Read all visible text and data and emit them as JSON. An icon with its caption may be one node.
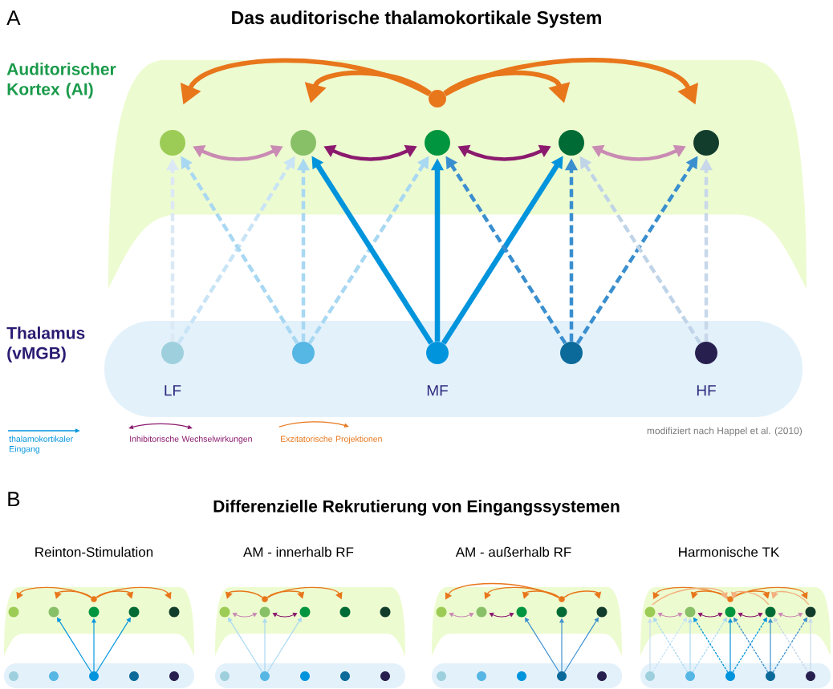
{
  "diagram": {
    "title": "Das auditorische thalamokortikale System",
    "nodes": [
      {
        "text": [
          "Auditorischer Kortex (AI)"
        ]
      },
      {
        "text": [
          "Thalamus (vMGB)"
        ]
      },
      {
        "text": [],
        "shape": "circle",
        "in": 0
      },
      {
        "text": [],
        "shape": "circle",
        "in": 0
      },
      {
        "text": [],
        "shape": "circle",
        "in": 0
      },
      {
        "text": [],
        "shape": "circle",
        "in": 0
      },
      {
        "text": [],
        "shape": "circle",
        "in": 0
      },
      {
        "text": [],
        "shape": "circle",
        "in": 0
      },
      {
        "text": [],
        "shape": "circle",
        "in": 1,
        "beside": [
          "LF"
        ]
      },
      {
        "text": [],
        "shape": "circle",
        "in": 1
      },
      {
        "text": [],
        "shape": "circle",
        "in": 1,
        "beside": [
          "MF"
        ]
      },
      {
        "text": [],
        "shape": "circle",
        "in": 1
      },
      {
        "text": [],
        "shape": "circle",
        "in": 1,
        "beside": [
          "HF"
        ]
      },
      {
        "text": [],
        "shape": "band"
      },
      {
        "text": [],
        "shape": "band"
      },
      {
        "text": [],
        "shape": "circle",
        "in": 13
      },
      {
        "text": [],
        "shape": "circle",
        "in": 13
      },
      {
        "text": [],
        "shape": "circle",
        "in": 13
      },
      {
        "text": [],
        "shape": "circle",
        "in": 13
      },
      {
        "text": [],
        "shape": "circle",
        "in": 13
      },
      {
        "text": [],
        "shape": "circle",
        "in": 13
      },
      {
        "text": [],
        "shape": "circle",
        "in": 14
      },
      {
        "text": [],
        "shape": "circle",
        "in": 14
      },
      {
        "text": [],
        "shape": "circle",
        "in": 14
      },
      {
        "text": [],
        "shape": "circle",
        "in": 14
      },
      {
        "text": [],
        "shape": "circle",
        "in": 14
      },
      {
        "text": [],
        "shape": "band"
      },
      {
        "text": [],
        "shape": "band"
      },
      {
        "text": [],
        "shape": "circle",
        "in": 26
      },
      {
        "text": [],
        "shape": "circle",
        "in": 26
      },
      {
        "text": [],
        "shape": "circle",
        "in": 26
      },
      {
        "text": [],
        "shape": "circle",
        "in": 26
      },
      {
        "text": [],
        "shape": "circle",
        "in": 26
      },
      {
        "text": [],
        "shape": "circle",
        "in": 26
      },
      {
        "text": [],
        "shape": "circle",
        "in": 27
      },
      {
        "text": [],
        "shape": "circle",
        "in": 27
      },
      {
        "text": [],
        "shape": "circle",
        "in": 27
      },
      {
        "text": [],
        "shape": "circle",
        "in": 27
      },
      {
        "text": [],
        "shape": "circle",
        "in": 27
      },
      {
        "text": [],
        "shape": "band"
      },
      {
        "text": [],
        "shape": "band"
      },
      {
        "text": [],
        "shape": "circle",
        "in": 39
      },
      {
        "text": [],
        "shape": "circle",
        "in": 39
      },
      {
        "text": [],
        "shape": "circle",
        "in": 39
      },
      {
        "text": [],
        "shape": "circle",
        "in": 39
      },
      {
        "text": [],
        "shape": "circle",
        "in": 39
      },
      {
        "text": [],
        "shape": "circle",
        "in": 39
      },
      {
        "text": [],
        "shape": "circle",
        "in": 40
      },
      {
        "text": [],
        "shape": "circle",
        "in": 40
      },
      {
        "text": [],
        "shape": "circle",
        "in": 40
      },
      {
        "text": [],
        "shape": "circle",
        "in": 40
      },
      {
        "text": [],
        "shape": "circle",
        "in": 40
      },
      {
        "text": [],
        "shape": "band"
      },
      {
        "text": [],
        "shape": "band"
      },
      {
        "text": [],
        "shape": "circle",
        "in": 52
      },
      {
        "text": [],
        "shape": "circle",
        "in": 52
      },
      {
        "text": [],
        "shape": "circle",
        "in": 52
      },
      {
        "text": [],
        "shape": "circle",
        "in": 52
      },
      {
        "text": [],
        "shape": "circle",
        "in": 52
      },
      {
        "text": [],
        "shape": "circle",
        "in": 52
      },
      {
        "text": [],
        "shape": "circle",
        "in": 53
      },
      {
        "text": [],
        "shape": "circle",
        "in": 53
      },
      {
        "text": [],
        "shape": "circle",
        "in": 53
      },
      {
        "text": [],
        "shape": "circle",
        "in": 53
      },
      {
        "text": [],
        "shape": "circle",
        "in": 53
      }
    ],
    "edges": [
      {
        "from": 7,
        "to": 2,
        "arrow": "to",
        "style": "thick",
        "color": "#e8761b"
      },
      {
        "from": 7,
        "to": 3,
        "arrow": "to",
        "style": "thick",
        "color": "#e8761b"
      },
      {
        "from": 7,
        "to": 5,
        "arrow": "to",
        "style": "thick",
        "color": "#e8761b"
      },
      {
        "from": 7,
        "to": 6,
        "arrow": "to",
        "style": "thick",
        "color": "#e8761b"
      },
      {
        "from": 2,
        "to": 3,
        "arrow": "both",
        "style": "thick",
        "color": "#c98bb3"
      },
      {
        "from": 3,
        "to": 4,
        "arrow": "both",
        "style": "thick",
        "color": "#8b1a6e"
      },
      {
        "from": 4,
        "to": 5,
        "arrow": "both",
        "style": "thick",
        "color": "#8b1a6e"
      },
      {
        "from": 5,
        "to": 6,
        "arrow": "both",
        "style": "thick",
        "color": "#c98bb3"
      },
      {
        "from": 8,
        "to": 2,
        "arrow": "to",
        "style": "dashed",
        "color": "#dce9f5"
      },
      {
        "from": 8,
        "to": 3,
        "arrow": "to",
        "style": "dashed",
        "color": "#c8e4f6"
      },
      {
        "from": 9,
        "to": 2,
        "arrow": "to",
        "style": "dashed",
        "color": "#a8d8f2"
      },
      {
        "from": 9,
        "to": 3,
        "arrow": "to",
        "style": "dashed",
        "color": "#a8d8f2"
      },
      {
        "from": 9,
        "to": 4,
        "arrow": "to",
        "style": "dashed",
        "color": "#a8d8f2"
      },
      {
        "from": 10,
        "to": 3,
        "arrow": "to",
        "style": "thick",
        "color": "#0094dc"
      },
      {
        "from": 10,
        "to": 4,
        "arrow": "to",
        "style": "thick",
        "color": "#0094dc"
      },
      {
        "from": 10,
        "to": 5,
        "arrow": "to",
        "style": "thick",
        "color": "#0094dc"
      },
      {
        "from": 11,
        "to": 4,
        "arrow": "to",
        "style": "dashed",
        "color": "#3a8fcf"
      },
      {
        "from": 11,
        "to": 5,
        "arrow": "to",
        "style": "dashed",
        "color": "#3a8fcf"
      },
      {
        "from": 11,
        "to": 6,
        "arrow": "to",
        "style": "dashed",
        "color": "#3a8fcf"
      },
      {
        "from": 12,
        "to": 5,
        "arrow": "to",
        "style": "dashed",
        "color": "#c0d4e8"
      },
      {
        "from": 12,
        "to": 6,
        "arrow": "to",
        "style": "dashed",
        "color": "#c8d8ea"
      },
      {
        "from": 20,
        "to": 15,
        "arrow": "to",
        "color": "#e8761b"
      },
      {
        "from": 20,
        "to": 16,
        "arrow": "to",
        "color": "#e8761b"
      },
      {
        "from": 20,
        "to": 18,
        "arrow": "to",
        "color": "#e8761b"
      },
      {
        "from": 20,
        "to": 19,
        "arrow": "to",
        "color": "#e8761b"
      },
      {
        "from": 23,
        "to": 16,
        "arrow": "to",
        "color": "#0094dc"
      },
      {
        "from": 23,
        "to": 17,
        "arrow": "to",
        "color": "#0094dc"
      },
      {
        "from": 23,
        "to": 18,
        "arrow": "to",
        "color": "#0094dc"
      },
      {
        "from": 33,
        "to": 28,
        "arrow": "to",
        "color": "#e8761b"
      },
      {
        "from": 33,
        "to": 30,
        "arrow": "to",
        "color": "#e8761b"
      },
      {
        "from": 33,
        "to": 31,
        "arrow": "to",
        "color": "#e8761b"
      },
      {
        "from": 28,
        "to": 29,
        "arrow": "both",
        "color": "#c98bb3"
      },
      {
        "from": 29,
        "to": 30,
        "arrow": "both",
        "color": "#8b1a6e"
      },
      {
        "from": 35,
        "to": 28,
        "arrow": "to",
        "color": "#a8d8f2"
      },
      {
        "from": 35,
        "to": 29,
        "arrow": "to",
        "color": "#a8d8f2"
      },
      {
        "from": 35,
        "to": 30,
        "arrow": "to",
        "color": "#a8d8f2"
      },
      {
        "from": 46,
        "to": 41,
        "arrow": "to",
        "color": "#e8761b"
      },
      {
        "from": 46,
        "to": 42,
        "arrow": "to",
        "color": "#e8761b"
      },
      {
        "from": 46,
        "to": 43,
        "arrow": "to",
        "color": "#e8761b"
      },
      {
        "from": 46,
        "to": 45,
        "arrow": "to",
        "color": "#e8761b"
      },
      {
        "from": 41,
        "to": 42,
        "arrow": "both",
        "color": "#c98bb3"
      },
      {
        "from": 42,
        "to": 43,
        "arrow": "both",
        "color": "#8b1a6e"
      },
      {
        "from": 50,
        "to": 43,
        "arrow": "to",
        "color": "#3a8fcf"
      },
      {
        "from": 50,
        "to": 44,
        "arrow": "to",
        "color": "#3a8fcf"
      },
      {
        "from": 50,
        "to": 45,
        "arrow": "to",
        "color": "#3a8fcf"
      },
      {
        "from": 59,
        "to": 54,
        "arrow": "to",
        "color": "#e8761b"
      },
      {
        "from": 59,
        "to": 55,
        "arrow": "to",
        "color": "#e8761b"
      },
      {
        "from": 59,
        "to": 57,
        "arrow": "to",
        "color": "#e8761b"
      },
      {
        "from": 59,
        "to": 58,
        "arrow": "to",
        "color": "#e8761b"
      },
      {
        "from": 54,
        "to": 56,
        "arrow": "to",
        "color": "#f3b07f"
      },
      {
        "from": 57,
        "to": 56,
        "arrow": "to",
        "color": "#f3b07f"
      },
      {
        "from": 58,
        "to": 57,
        "arrow": "to",
        "color": "#f3b07f"
      },
      {
        "from": 54,
        "to": 55,
        "arrow": "both",
        "color": "#c98bb3"
      },
      {
        "from": 55,
        "to": 56,
        "arrow": "both",
        "color": "#8b1a6e"
      },
      {
        "from": 56,
        "to": 57,
        "arrow": "both",
        "color": "#8b1a6e"
      },
      {
        "from": 57,
        "to": 58,
        "arrow": "both",
        "color": "#c98bb3"
      },
      {
        "from": 60,
        "to": 54,
        "arrow": "to",
        "color": "#c8ddf0"
      },
      {
        "from": 60,
        "to": 55,
        "arrow": "to",
        "style": "dashed",
        "color": "#c8e4f6"
      },
      {
        "from": 61,
        "to": 54,
        "arrow": "to",
        "style": "dashed",
        "color": "#a8d8f2"
      },
      {
        "from": 61,
        "to": 55,
        "arrow": "to",
        "color": "#a8d8f2"
      },
      {
        "from": 61,
        "to": 56,
        "arrow": "to",
        "style": "dashed",
        "color": "#a8d8f2"
      },
      {
        "from": 62,
        "to": 55,
        "arrow": "to",
        "style": "dashed",
        "color": "#0094dc"
      },
      {
        "from": 62,
        "to": 56,
        "arrow": "to",
        "color": "#0094dc"
      },
      {
        "from": 62,
        "to": 57,
        "arrow": "to",
        "style": "dashed",
        "color": "#0094dc"
      },
      {
        "from": 63,
        "to": 56,
        "arrow": "to",
        "style": "dashed",
        "color": "#3a8fcf"
      },
      {
        "from": 63,
        "to": 57,
        "arrow": "to",
        "color": "#3a8fcf"
      },
      {
        "from": 63,
        "to": 58,
        "arrow": "to",
        "style": "dashed",
        "color": "#3a8fcf"
      },
      {
        "from": 64,
        "to": 57,
        "arrow": "to",
        "style": "dashed",
        "color": "#c0d4e8"
      },
      {
        "from": 64,
        "to": 58,
        "arrow": "to",
        "color": "#c8d8ea"
      }
    ],
    "labels": [
      "A",
      "modifiziert nach Happel et al. (2010)",
      "B",
      "Differenzielle Rekrutierung von Eingangssystemen",
      "Reinton-Stimulation",
      "AM - innerhalb RF",
      "AM - außerhalb RF",
      "Harmonische TK"
    ],
    "legend": [
      {
        "text": "thalamokortikaler Eingang"
      },
      {
        "text": "Inhibitorische Wechselwirkungen"
      },
      {
        "text": "Exzitatorische Projektionen"
      }
    ]
  }
}
